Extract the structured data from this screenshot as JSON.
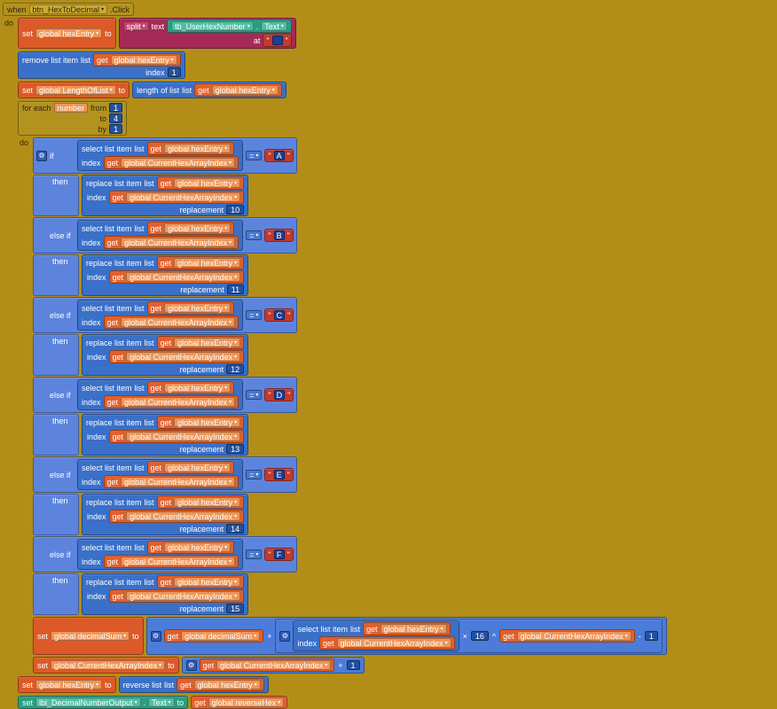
{
  "colors": {
    "canvas_gold": "#b28e18",
    "event_gold": "#b3921f",
    "variable_orange": "#dd5a28",
    "variable_chip_orange": "#ee9558",
    "list_blue": "#3a70c8",
    "math_navy": "#24509e",
    "if_light_blue": "#5d84dd",
    "text_red": "#c2392e",
    "split_magenta": "#a62a57",
    "component_green": "#2b9d83"
  },
  "when": {
    "label": "when",
    "component": "btn_HexToDecimal",
    "event": ".Click"
  },
  "labels": {
    "do": "do",
    "set": "set",
    "to": "to",
    "get": "get",
    "list": "list",
    "index": "index",
    "text": "text",
    "at": "at",
    "split": "split",
    "dot": ".",
    "remove_list_item": "remove list item",
    "length_of_list": "length of list",
    "select_list_item": "select list item",
    "replace_list_item": "replace list item",
    "replacement": "replacement",
    "reverse_list": "reverse list",
    "for_each": "for each",
    "from": "from",
    "by": "by",
    "then": "then",
    "eq": "=",
    "plus": "+",
    "times": "×",
    "power": "^",
    "minus": "-",
    "quote": "\"",
    "caret": "▾",
    "gear": "⚙"
  },
  "vars": {
    "hexEntry": "global hexEntry",
    "LengthOfList": "global LengthOfList",
    "CurrentHexArrayIndex": "global CurrentHexArrayIndex",
    "decimalSum": "global decimalSum",
    "reverseHex": "global reverseHex",
    "number": "number"
  },
  "split": {
    "component": "tb_UserHexNumber",
    "property": "Text",
    "at_value": " "
  },
  "remove": {
    "index": "1"
  },
  "foreach": {
    "from": "1",
    "to": "4",
    "by": "1"
  },
  "branches": [
    {
      "gear": "⚙",
      "kw": "if",
      "letter": "A",
      "replacement": "10"
    },
    {
      "kw": "else if",
      "letter": "B",
      "replacement": "11"
    },
    {
      "kw": "else if",
      "letter": "C",
      "replacement": "12"
    },
    {
      "kw": "else if",
      "letter": "D",
      "replacement": "13"
    },
    {
      "kw": "else if",
      "letter": "E",
      "replacement": "14"
    },
    {
      "kw": "else if",
      "letter": "F",
      "replacement": "15"
    }
  ],
  "math": {
    "base": "16",
    "one": "1"
  },
  "output": {
    "component": "lbl_DecimalNumberOutput",
    "property": "Text"
  }
}
